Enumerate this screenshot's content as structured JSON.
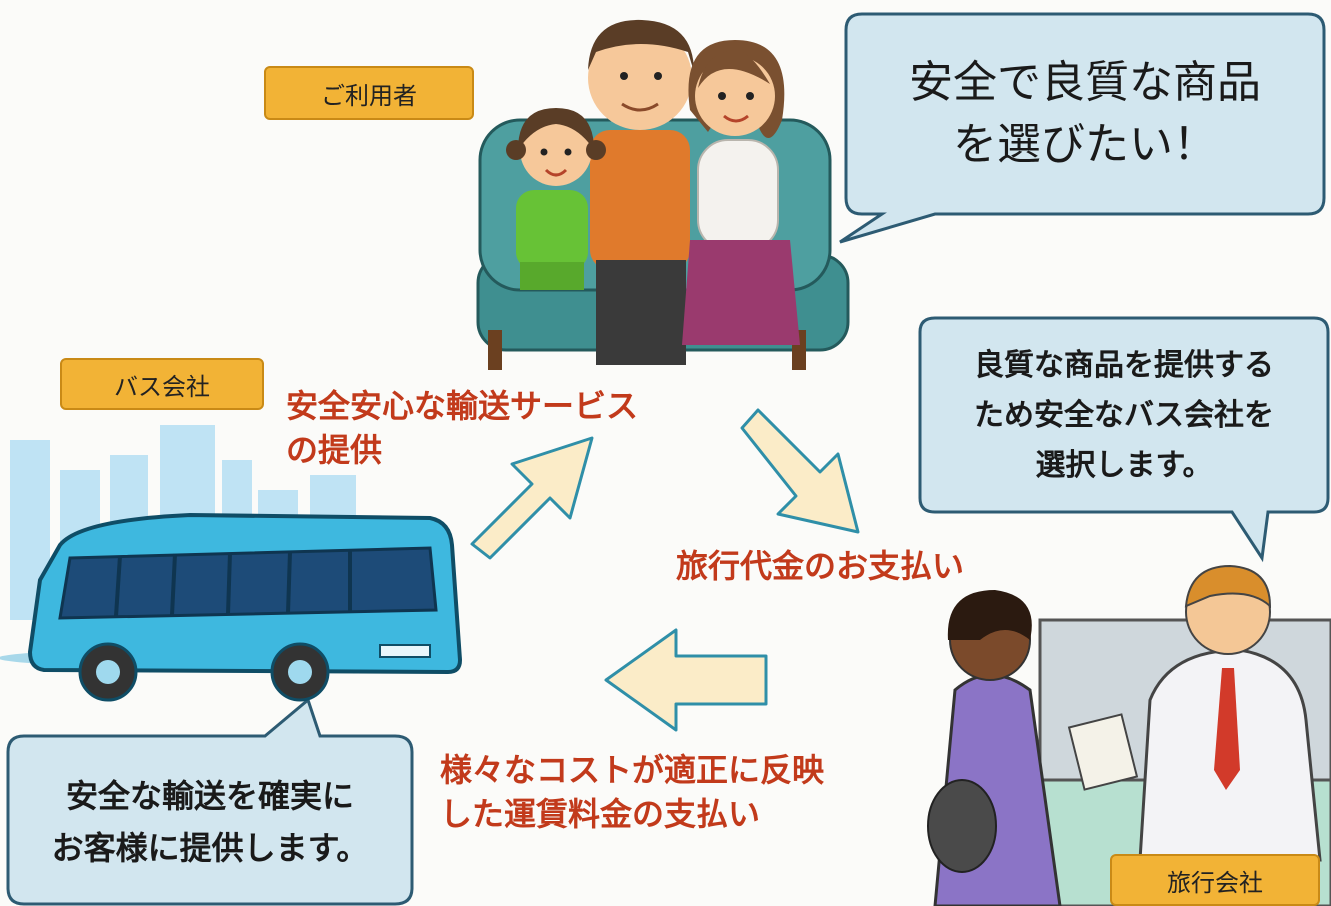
{
  "labels": {
    "users": "ご利用者",
    "bus_company": "バス会社",
    "travel_agency": "旅行会社"
  },
  "bubbles": {
    "users": [
      "安全で良質な商品",
      "を選びたい！"
    ],
    "travel_agency": [
      "良質な商品を提供する",
      "ため安全なバス会社を",
      "選択します。"
    ],
    "bus_company": [
      "安全な輸送を確実に",
      "お客様に提供します。"
    ]
  },
  "flows": {
    "service": [
      "安全安心な輸送サービス",
      "の提供"
    ],
    "payment": "旅行代金のお支払い",
    "fare": [
      "様々なコストが適正に反映",
      "した運賃料金の支払い"
    ]
  },
  "colors": {
    "tag_fill": "#f2b336",
    "bubble_fill": "#d2e6ef",
    "bubble_stroke": "#2d5b73",
    "arrow_fill": "#fbecc8",
    "arrow_stroke": "#2f8fa8",
    "flow_text": "#c23a1b"
  }
}
